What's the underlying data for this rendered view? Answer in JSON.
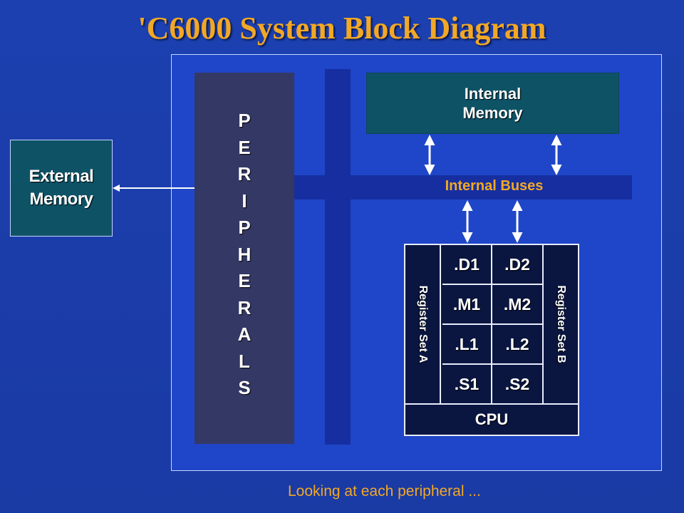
{
  "slide": {
    "title": "'C6000 System Block Diagram",
    "footer": "Looking at each peripheral ...",
    "external_memory": "External\nMemory",
    "internal_memory": "Internal\nMemory",
    "internal_buses": "Internal Buses",
    "peripherals_letters": [
      "P",
      "E",
      "R",
      "I",
      "P",
      "H",
      "E",
      "R",
      "A",
      "L",
      "S"
    ],
    "register_a": "Register Set A",
    "register_b": "Register Set B",
    "units": [
      [
        ".D1",
        ".D2"
      ],
      [
        ".M1",
        ".M2"
      ],
      [
        ".L1",
        ".L2"
      ],
      [
        ".S1",
        ".S2"
      ]
    ],
    "cpu": "CPU"
  },
  "colors": {
    "background": "#1a3ba6",
    "title": "#f2a825",
    "memory_box": "#0e5266",
    "peripherals_box": "#343865",
    "bus": "#162ea0",
    "cpu_box": "#0a1640"
  }
}
